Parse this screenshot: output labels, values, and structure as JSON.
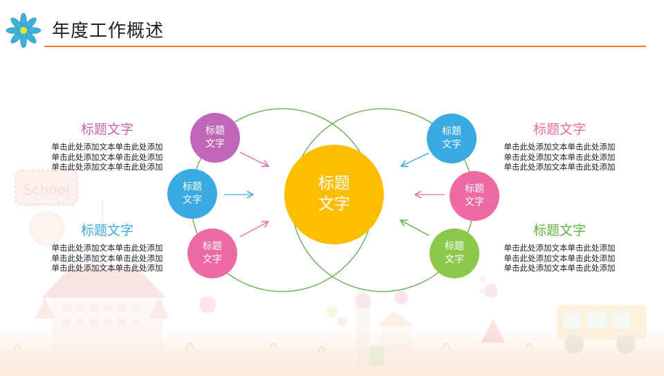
{
  "header": {
    "title": "年度工作概述",
    "logo_icon": "flower-icon",
    "rule_color": "#e67a2e"
  },
  "colors": {
    "purple": "#c166b8",
    "blue": "#3aabe2",
    "pink": "#ee6aa3",
    "green": "#8cc84b",
    "gold": "#fdbd00",
    "ring": "#5daa46"
  },
  "center": {
    "line1": "标题",
    "line2": "文字"
  },
  "nodes": [
    {
      "id": "left-top",
      "line1": "标题",
      "line2": "文字",
      "color": "#c166b8"
    },
    {
      "id": "left-middle",
      "line1": "标题",
      "line2": "文字",
      "color": "#3aabe2"
    },
    {
      "id": "left-bottom",
      "line1": "标题",
      "line2": "文字",
      "color": "#ee6aa3"
    },
    {
      "id": "right-top",
      "line1": "标题",
      "line2": "文字",
      "color": "#3aabe2"
    },
    {
      "id": "right-middle",
      "line1": "标题",
      "line2": "文字",
      "color": "#ee6aa3"
    },
    {
      "id": "right-bottom",
      "line1": "标题",
      "line2": "文字",
      "color": "#8cc84b"
    }
  ],
  "blocks": [
    {
      "id": "left-top",
      "heading": "标题文字",
      "color": "#c166b8",
      "lines": [
        "单击此处添加文本单击此处添加",
        "单击此处添加文本单击此处添加",
        "单击此处添加文本单击此处添加"
      ]
    },
    {
      "id": "left-bottom",
      "heading": "标题文字",
      "color": "#3aabe2",
      "lines": [
        "单击此处添加文本单击此处添加",
        "单击此处添加文本单击此处添加",
        "单击此处添加文本单击此处添加"
      ]
    },
    {
      "id": "right-top",
      "heading": "标题文字",
      "color": "#ee6aa3",
      "lines": [
        "单击此处添加文本单击此处添加",
        "单击此处添加文本单击此处添加",
        "单击此处添加文本单击此处添加"
      ]
    },
    {
      "id": "right-bottom",
      "heading": "标题文字",
      "color": "#5fb63e",
      "lines": [
        "单击此处添加文本单击此处添加",
        "单击此处添加文本单击此处添加",
        "单击此处添加文本单击此处添加"
      ]
    }
  ],
  "background": {
    "sign_text": "School"
  }
}
